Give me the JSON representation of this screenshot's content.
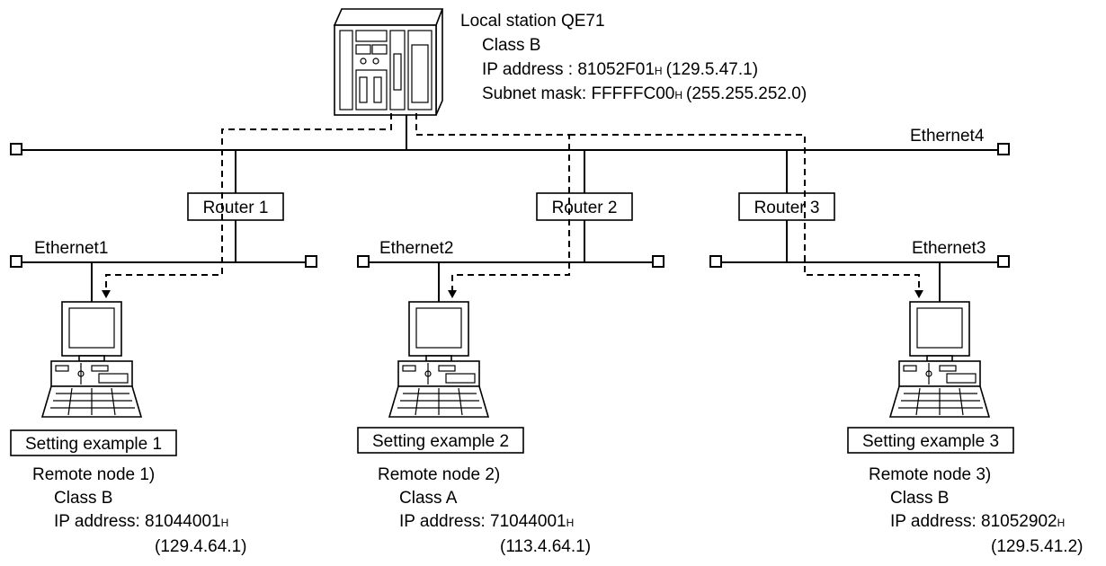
{
  "local_station": {
    "name": "Local station QE71",
    "class": "Class B",
    "ip_label": "IP address : 81052F01",
    "ip_suffix": "H",
    "ip_decimal": "(129.5.47.1)",
    "mask_label": "Subnet mask: FFFFFC00",
    "mask_suffix": "H",
    "mask_decimal": "(255.255.252.0)"
  },
  "networks": {
    "ethernet1": "Ethernet1",
    "ethernet2": "Ethernet2",
    "ethernet3": "Ethernet3",
    "ethernet4": "Ethernet4"
  },
  "routers": [
    "Router 1",
    "Router 2",
    "Router 3"
  ],
  "examples": [
    {
      "title": "Setting example 1",
      "node": "Remote node 1)",
      "class": "Class B",
      "ip_label": "IP address: 81044001",
      "ip_suffix": "H",
      "ip_decimal": "(129.4.64.1)"
    },
    {
      "title": "Setting example 2",
      "node": "Remote node 2)",
      "class": "Class A",
      "ip_label": "IP address: 71044001",
      "ip_suffix": "H",
      "ip_decimal": "(113.4.64.1)"
    },
    {
      "title": "Setting example 3",
      "node": "Remote node 3)",
      "class": "Class B",
      "ip_label": "IP address: 81052902",
      "ip_suffix": "H",
      "ip_decimal": "(129.5.41.2)"
    }
  ]
}
